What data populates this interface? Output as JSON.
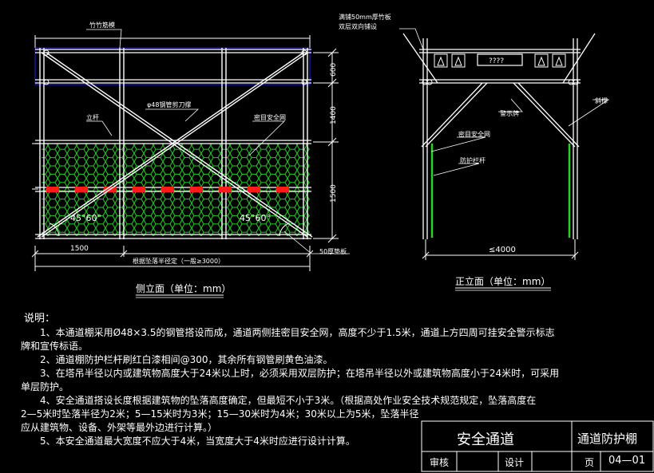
{
  "side_view": {
    "caption": "侧立面（单位：mm）",
    "callouts": {
      "top_board": "竹竹筋模",
      "brace": "φ48钢管剪刀撑",
      "pole": "立杆",
      "net": "密目安全网",
      "angle_left": "45°60°",
      "angle_right": "45°60°",
      "toe_board": "50厚垫板"
    },
    "dims": {
      "d600": "600",
      "d1400": "1400",
      "d1500": "1500",
      "bottom_left": "1500",
      "bottom_span": "根据坠落半径定（一般≥3000）"
    }
  },
  "front_view": {
    "caption": "正立面（单位：mm）",
    "callouts": {
      "top_note_1": "满铺50mm厚竹板",
      "top_note_2": "双层双向铺设",
      "sign": "????",
      "warning": "警示牌",
      "diagonal": "斜撑",
      "net": "密目安全网",
      "rail": "防护栏杆"
    },
    "dims": {
      "width": "≤4000"
    }
  },
  "notes": {
    "heading": "说明：",
    "lines": [
      "1、本通道棚采用Ø48×3.5的钢管搭设而成，通道两侧挂密目安全网，高度不少于1.5米，通道上方四周可挂安全警示标志",
      "牌和宣传标语。",
      "2、通道棚防护栏杆刷红白漆相间@300，其余所有钢管刷黄色油漆。",
      "3、在塔吊半径以内或建筑物高度大于24米以上时，必须采用双层防护；在塔吊半径以外或建筑物高度小于24米时，可采用",
      "单层防护。",
      "4、安全通道搭设长度根据建筑物的坠落高度确定，但最短不小于3米。（根据高处作业安全技术规范规定，坠落高度在",
      "2—5米时坠落半径为2米；5—15米时为3米；15—30米时为4米；30米以上为5米，坠落半径",
      "应从建筑物、设备、外架等最外边进行计算。）",
      "5、本安全通道最大宽度不应大于4米，当宽度大于4米时应进行设计计算。"
    ]
  },
  "title_block": {
    "main_title": "安全通道",
    "sub_title": "通道防护棚",
    "review_label": "审核",
    "design_label": "设计",
    "page_label": "页",
    "page_no": "04—01"
  },
  "colors": {
    "background": "#000000",
    "line": "#ffffff",
    "net": "#1fd21f",
    "rail_red": "#ff1a1a",
    "pole_green": "#2bd12b",
    "top_board": "#1c1ccc"
  }
}
